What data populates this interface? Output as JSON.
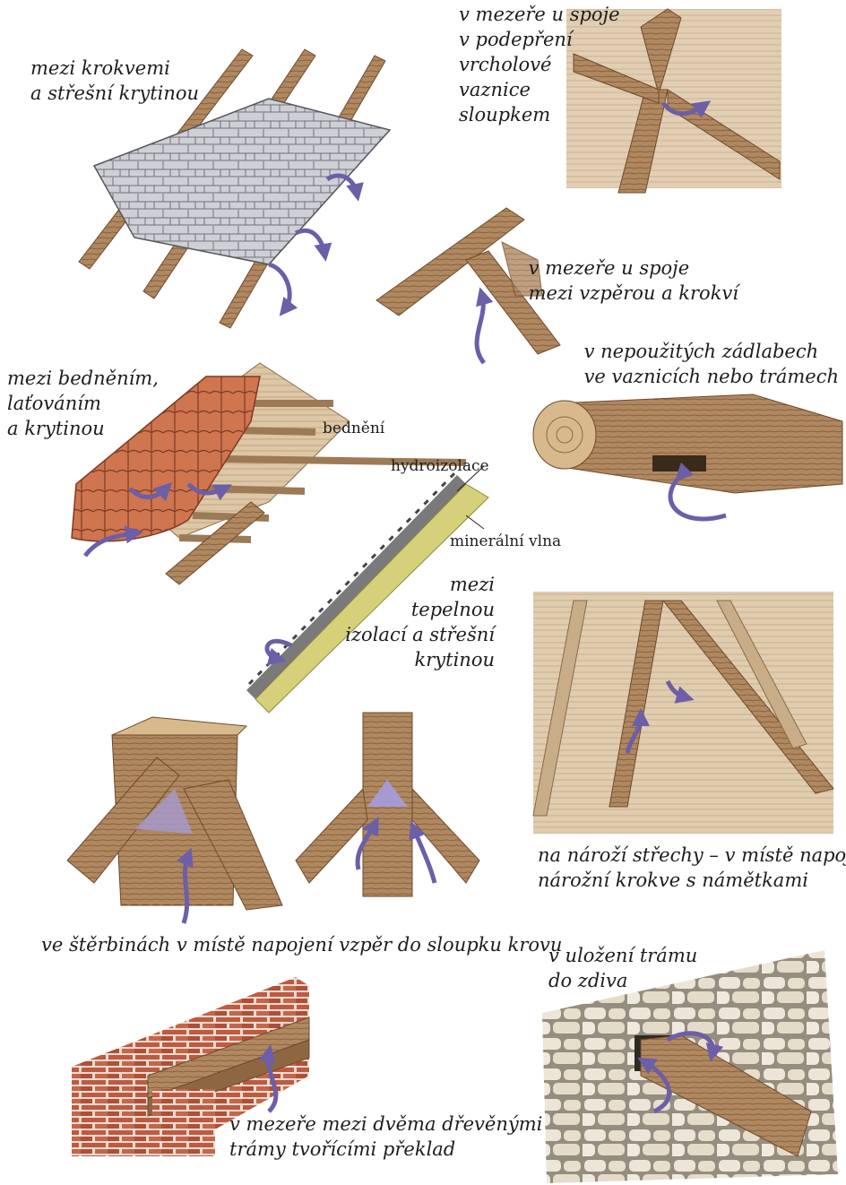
{
  "captions": {
    "rafters_roofing": [
      "mezi krokvemi",
      "a střešní krytinou"
    ],
    "ridge_purlin": [
      "v mezeře u spoje",
      "v podepření",
      "vrcholové",
      "vaznice",
      "sloupkem"
    ],
    "strut_rafter": [
      "v mezeře u spoje",
      "mezi vzpěrou a krokví"
    ],
    "mortises": [
      "v nepoužitých zádlabech",
      "ve vaznicích nebo trámech"
    ],
    "boarding_battens": [
      "mezi bedněním,",
      "laťováním",
      "a krytinou"
    ],
    "insulation": [
      "mezi",
      "tepelnou",
      "izolací a střešní",
      "krytinou"
    ],
    "hip_corner": [
      "na nároží střechy – v místě napojení",
      "nárožní krokve s námětkami"
    ],
    "strut_post": [
      "ve štěrbinách v místě napojení vzpěr do sloupku krovu"
    ],
    "beam_wall": [
      "v uložení trámu",
      "do zdiva"
    ],
    "lintel": [
      "v mezeře mezi dvěma dřevěnými",
      "trámy tvořícími překlad"
    ]
  },
  "labels": {
    "bedneni": "bednění",
    "hydroizolace": "hydroizolace",
    "mineralni_vlna": "minerální vlna"
  },
  "colors": {
    "wood": "#a0784f",
    "wood_dark": "#6e4a2c",
    "slate": "#c9c9cf",
    "tile": "#c66a45",
    "arrow": "#6c5fa8",
    "brick": "#b8553c",
    "stone": "#e4dccb",
    "wool": "#d6d07a"
  }
}
